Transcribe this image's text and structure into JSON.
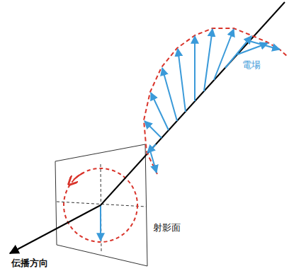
{
  "diagram": {
    "labels": [
      "電場",
      "射影面",
      "伝播方向"
    ]
  }
}
